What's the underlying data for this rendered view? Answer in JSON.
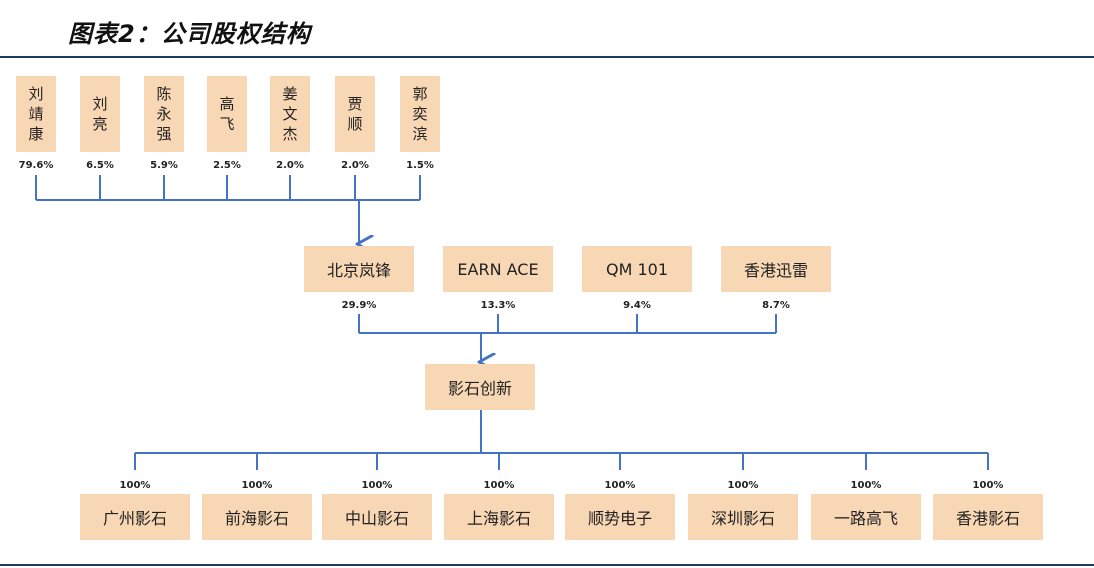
{
  "title": "图表2：公司股权结构",
  "colors": {
    "box_fill": "#f8d7b4",
    "line": "#4472c4",
    "rule": "#1f3864"
  },
  "shareholders": [
    {
      "name": "刘靖康",
      "pct": "79.6%"
    },
    {
      "name": "刘亮",
      "pct": "6.5%"
    },
    {
      "name": "陈永强",
      "pct": "5.9%"
    },
    {
      "name": "高飞",
      "pct": "2.5%"
    },
    {
      "name": "姜文杰",
      "pct": "2.0%"
    },
    {
      "name": "贾顺",
      "pct": "2.0%"
    },
    {
      "name": "郭奕滨",
      "pct": "1.5%"
    }
  ],
  "holders": [
    {
      "name": "北京岚锋",
      "pct": "29.9%"
    },
    {
      "name": "EARN ACE",
      "pct": "13.3%"
    },
    {
      "name": "QM 101",
      "pct": "9.4%"
    },
    {
      "name": "香港迅雷",
      "pct": "8.7%"
    }
  ],
  "company": {
    "name": "影石创新"
  },
  "subsidiaries": [
    {
      "name": "广州影石",
      "pct": "100%"
    },
    {
      "name": "前海影石",
      "pct": "100%"
    },
    {
      "name": "中山影石",
      "pct": "100%"
    },
    {
      "name": "上海影石",
      "pct": "100%"
    },
    {
      "name": "顺势电子",
      "pct": "100%"
    },
    {
      "name": "深圳影石",
      "pct": "100%"
    },
    {
      "name": "一路高飞",
      "pct": "100%"
    },
    {
      "name": "香港影石",
      "pct": "100%"
    }
  ]
}
